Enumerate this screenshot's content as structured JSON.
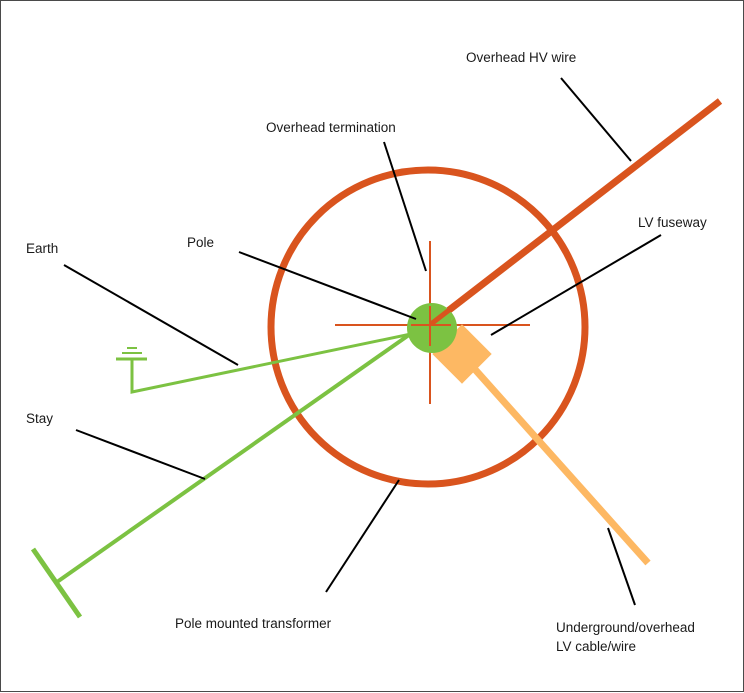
{
  "diagram": {
    "labels": {
      "overhead_hv_wire": "Overhead HV wire",
      "overhead_termination": "Overhead termination",
      "lv_fuseway": "LV fuseway",
      "pole": "Pole",
      "earth": "Earth",
      "stay": "Stay",
      "pole_mounted_transformer": "Pole mounted transformer",
      "underground_overhead_line1": "Underground/overhead",
      "underground_overhead_line2": "LV cable/wire"
    },
    "colors": {
      "hv_orange": "#D9541E",
      "green": "#7CC242",
      "lv_yellow": "#FDB863",
      "leader": "#000000",
      "border": "#4a4a4a"
    }
  }
}
